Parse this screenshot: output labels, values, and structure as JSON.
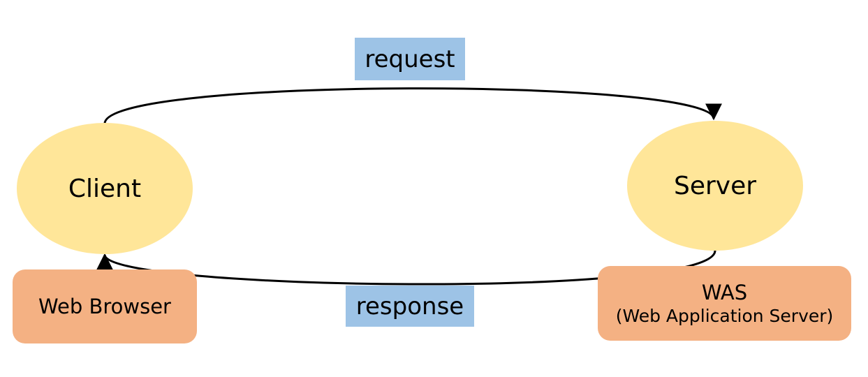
{
  "diagram": {
    "colors": {
      "node": "#FFE699",
      "label": "#9DC3E6",
      "box": "#F4B183",
      "arrow": "#000000"
    },
    "nodes": {
      "client": "Client",
      "server": "Server"
    },
    "edges": {
      "request": "request",
      "response": "response"
    },
    "boxes": {
      "browser": "Web Browser",
      "was_title": "WAS",
      "was_subtitle": "(Web Application Server)"
    },
    "relations": [
      {
        "from": "Client",
        "to": "Server",
        "label": "request"
      },
      {
        "from": "Server",
        "to": "Client",
        "label": "response"
      }
    ]
  }
}
